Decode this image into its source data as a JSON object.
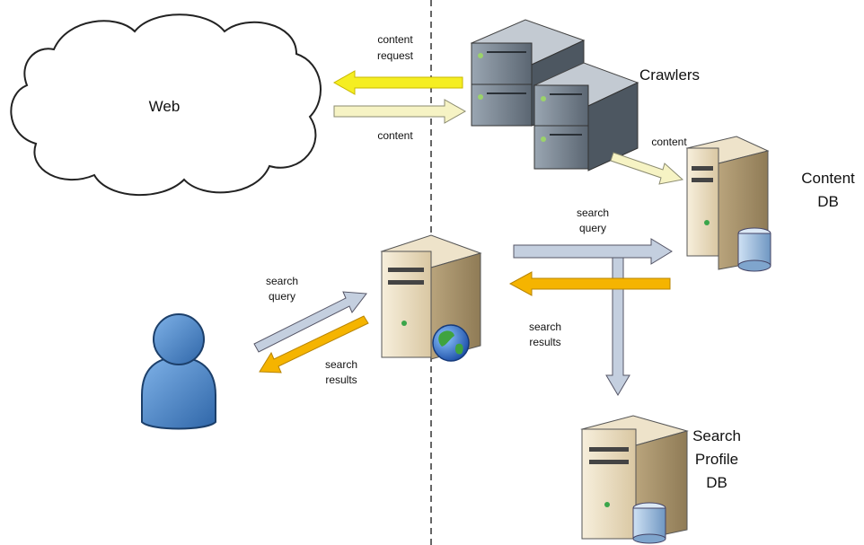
{
  "nodes": {
    "web": {
      "label": "Web"
    },
    "crawlers": {
      "label": "Crawlers"
    },
    "content_db": {
      "label_lines": [
        "Content",
        "DB"
      ]
    },
    "search_profile_db": {
      "label_lines": [
        "Search",
        "Profile",
        "DB"
      ]
    }
  },
  "edges": {
    "content_request": {
      "label_lines": [
        "content",
        "request"
      ]
    },
    "content_in": {
      "label": "content"
    },
    "content_to_db": {
      "label": "content"
    },
    "web_search_query": {
      "label_lines": [
        "search",
        "query"
      ]
    },
    "db_search_results": {
      "label_lines": [
        "search",
        "results"
      ]
    },
    "user_search_query": {
      "label_lines": [
        "search",
        "query"
      ]
    },
    "user_search_results": {
      "label_lines": [
        "search",
        "results"
      ]
    }
  },
  "colors": {
    "yellow_arrow": "#f5ee22",
    "pale_yellow_arrow": "#f6f3c4",
    "orange_arrow": "#f5b400",
    "blue_arrow": "#c4cfdf",
    "server_beige": "#e9dcc0",
    "rack_grey": "#6e7a86",
    "user_blue": "#4a86c8",
    "db_blue": "#a9c7e6"
  }
}
